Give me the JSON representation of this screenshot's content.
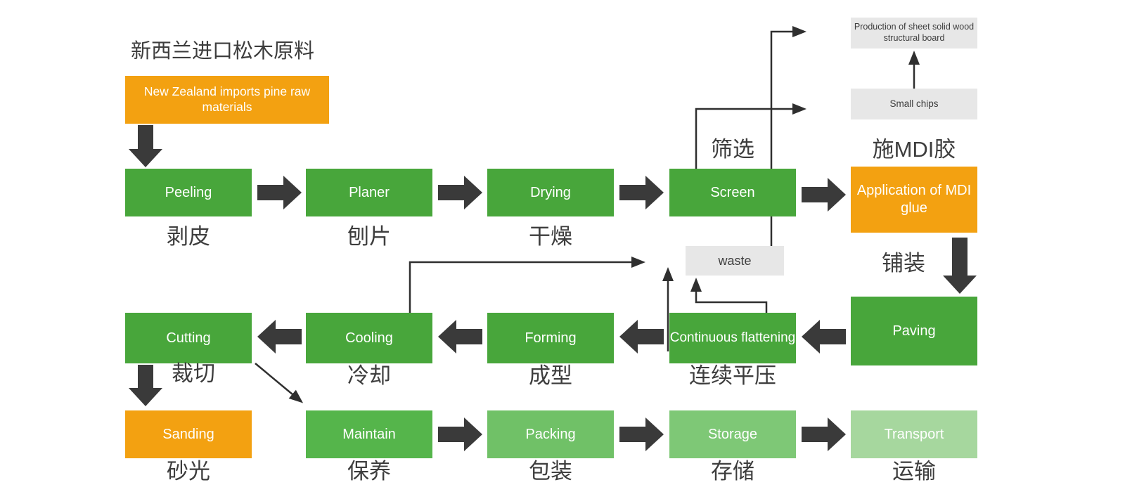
{
  "title": {
    "zh": "新西兰进口松木原料"
  },
  "colors": {
    "green_dark": "#48a63b",
    "green_maintain": "#55b54b",
    "green_packing": "#70c167",
    "green_storage": "#7ec876",
    "green_transport": "#a6d79e",
    "orange": "#f3a111",
    "gray_box": "#e7e7e7",
    "arrow_fill": "#3a3a3a",
    "line": "#2f2f2f",
    "text_dark": "#3d3d3d",
    "text_white": "#ffffff"
  },
  "nodes": {
    "source": {
      "en": "New Zealand imports pine raw materials"
    },
    "peeling": {
      "en": "Peeling",
      "zh": "剥皮"
    },
    "planer": {
      "en": "Planer",
      "zh": "刨片"
    },
    "drying": {
      "en": "Drying",
      "zh": "干燥"
    },
    "screen": {
      "en": "Screen",
      "zh": "筛选"
    },
    "mdi": {
      "en": "Application of MDI glue",
      "zh": "施MDI胶"
    },
    "paving": {
      "en": "Paving",
      "zh": "铺装"
    },
    "flattening": {
      "en": "Continuous flattening",
      "zh": "连续平压"
    },
    "forming": {
      "en": "Forming",
      "zh": "成型"
    },
    "cooling": {
      "en": "Cooling",
      "zh": "冷却"
    },
    "cutting": {
      "en": "Cutting",
      "zh": "裁切"
    },
    "sanding": {
      "en": "Sanding",
      "zh": "砂光"
    },
    "maintain": {
      "en": "Maintain",
      "zh": "保养"
    },
    "packing": {
      "en": "Packing",
      "zh": "包装"
    },
    "storage": {
      "en": "Storage",
      "zh": "存储"
    },
    "transport": {
      "en": "Transport",
      "zh": "运输"
    },
    "production": {
      "en": "Production of sheet solid wood structural board"
    },
    "small_chips": {
      "en": "Small chips"
    },
    "waste": {
      "en": "waste"
    }
  }
}
